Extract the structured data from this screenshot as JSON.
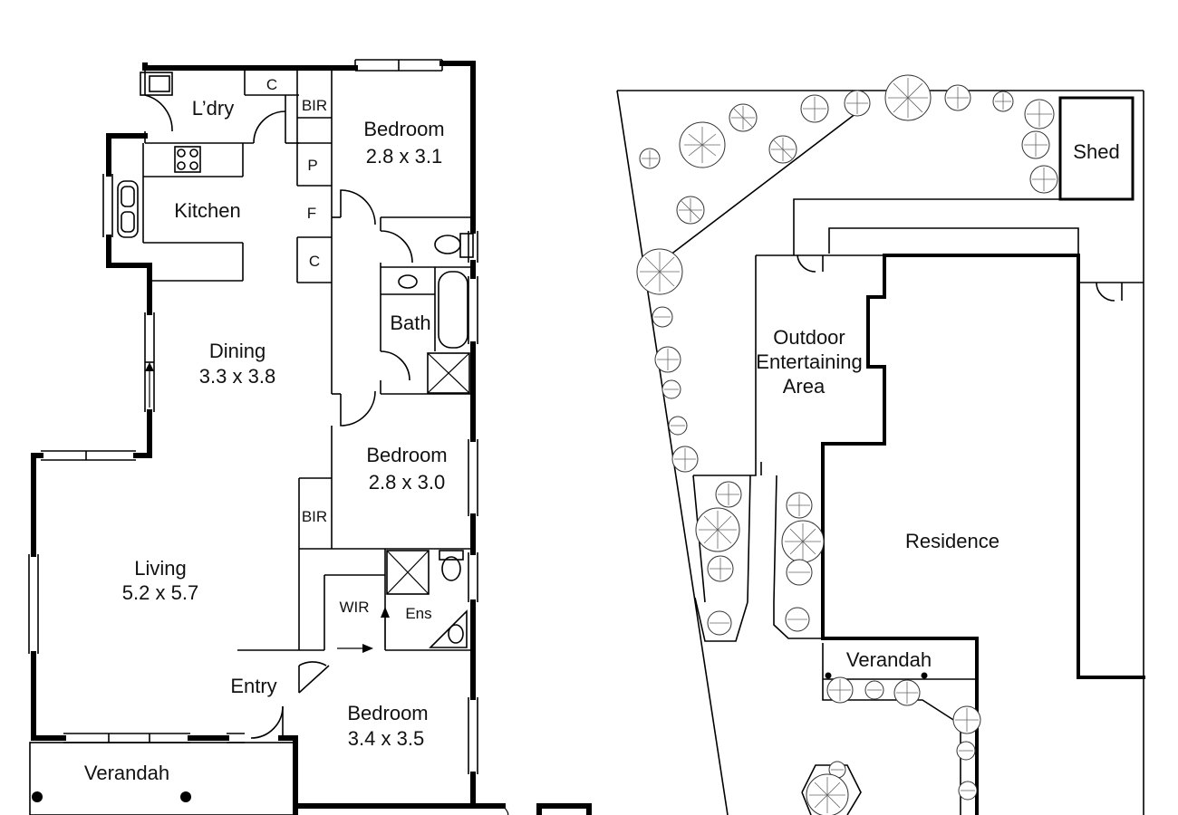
{
  "floor_plan": {
    "rooms": {
      "laundry": "L’dry",
      "cupboard_1": "C",
      "bir_1": "BIR",
      "bedroom_1": "Bedroom",
      "bedroom_1_size": "2.8 x 3.1",
      "pantry": "P",
      "fridge": "F",
      "cupboard_2": "C",
      "kitchen": "Kitchen",
      "bath": "Bath",
      "dining": "Dining",
      "dining_size": "3.3 x 3.8",
      "bedroom_2": "Bedroom",
      "bedroom_2_size": "2.8 x 3.0",
      "bir_2": "BIR",
      "living": "Living",
      "living_size": "5.2 x 5.7",
      "wir": "WIR",
      "ensuite": "Ens",
      "entry": "Entry",
      "bedroom_3": "Bedroom",
      "bedroom_3_size": "3.4 x 3.5",
      "verandah": "Verandah"
    }
  },
  "site_plan": {
    "labels": {
      "shed": "Shed",
      "outdoor_line1": "Outdoor",
      "outdoor_line2": "Entertaining",
      "outdoor_line3": "Area",
      "residence": "Residence",
      "verandah": "Verandah"
    }
  },
  "colors": {
    "wall": "#000000",
    "background": "#ffffff"
  }
}
